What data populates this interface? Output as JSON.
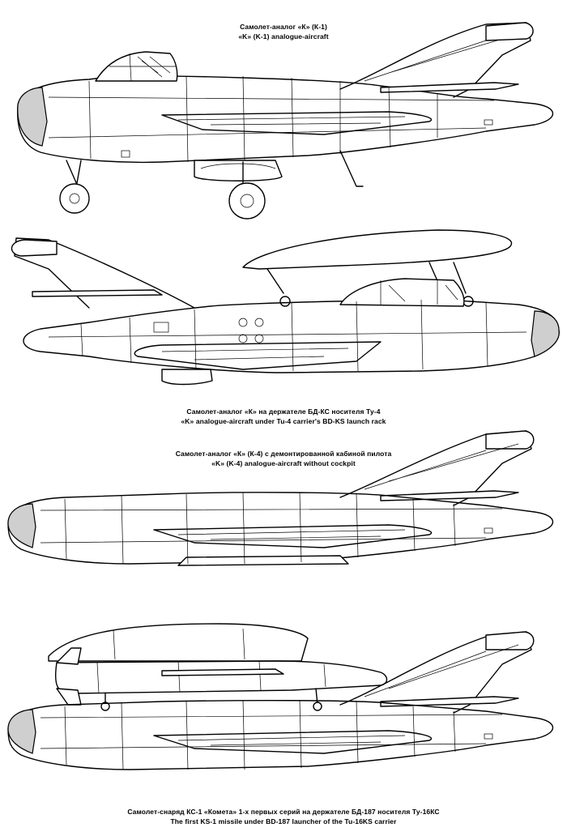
{
  "captions": {
    "k1": {
      "ru": "Самолет-аналог «К» (К-1)",
      "en": "«K» (K-1) analogue-aircraft"
    },
    "bdks": {
      "ru": "Самолет-аналог «К» на держателе БД-КС носителя Ту-4",
      "en": "«K» analogue-aircraft under Tu-4 carrier's BD-KS  launch rack"
    },
    "k4": {
      "ru": "Самолет-аналог «К» (К-4) с демонтированной кабиной пилота",
      "en": "«K» (K-4) analogue-aircraft without cockpit"
    },
    "ks1": {
      "ru": "Самолет-снаряд КС-1 «Комета» 1-х первых серий на держателе БД-187 носителя Ту-16КС",
      "en": "The first KS-1 missile under BD-187 launcher of the Tu-16KS carrier"
    }
  },
  "colors": {
    "line": "#000000",
    "paper": "#ffffff",
    "nose_cone": "#cfcfcf"
  }
}
